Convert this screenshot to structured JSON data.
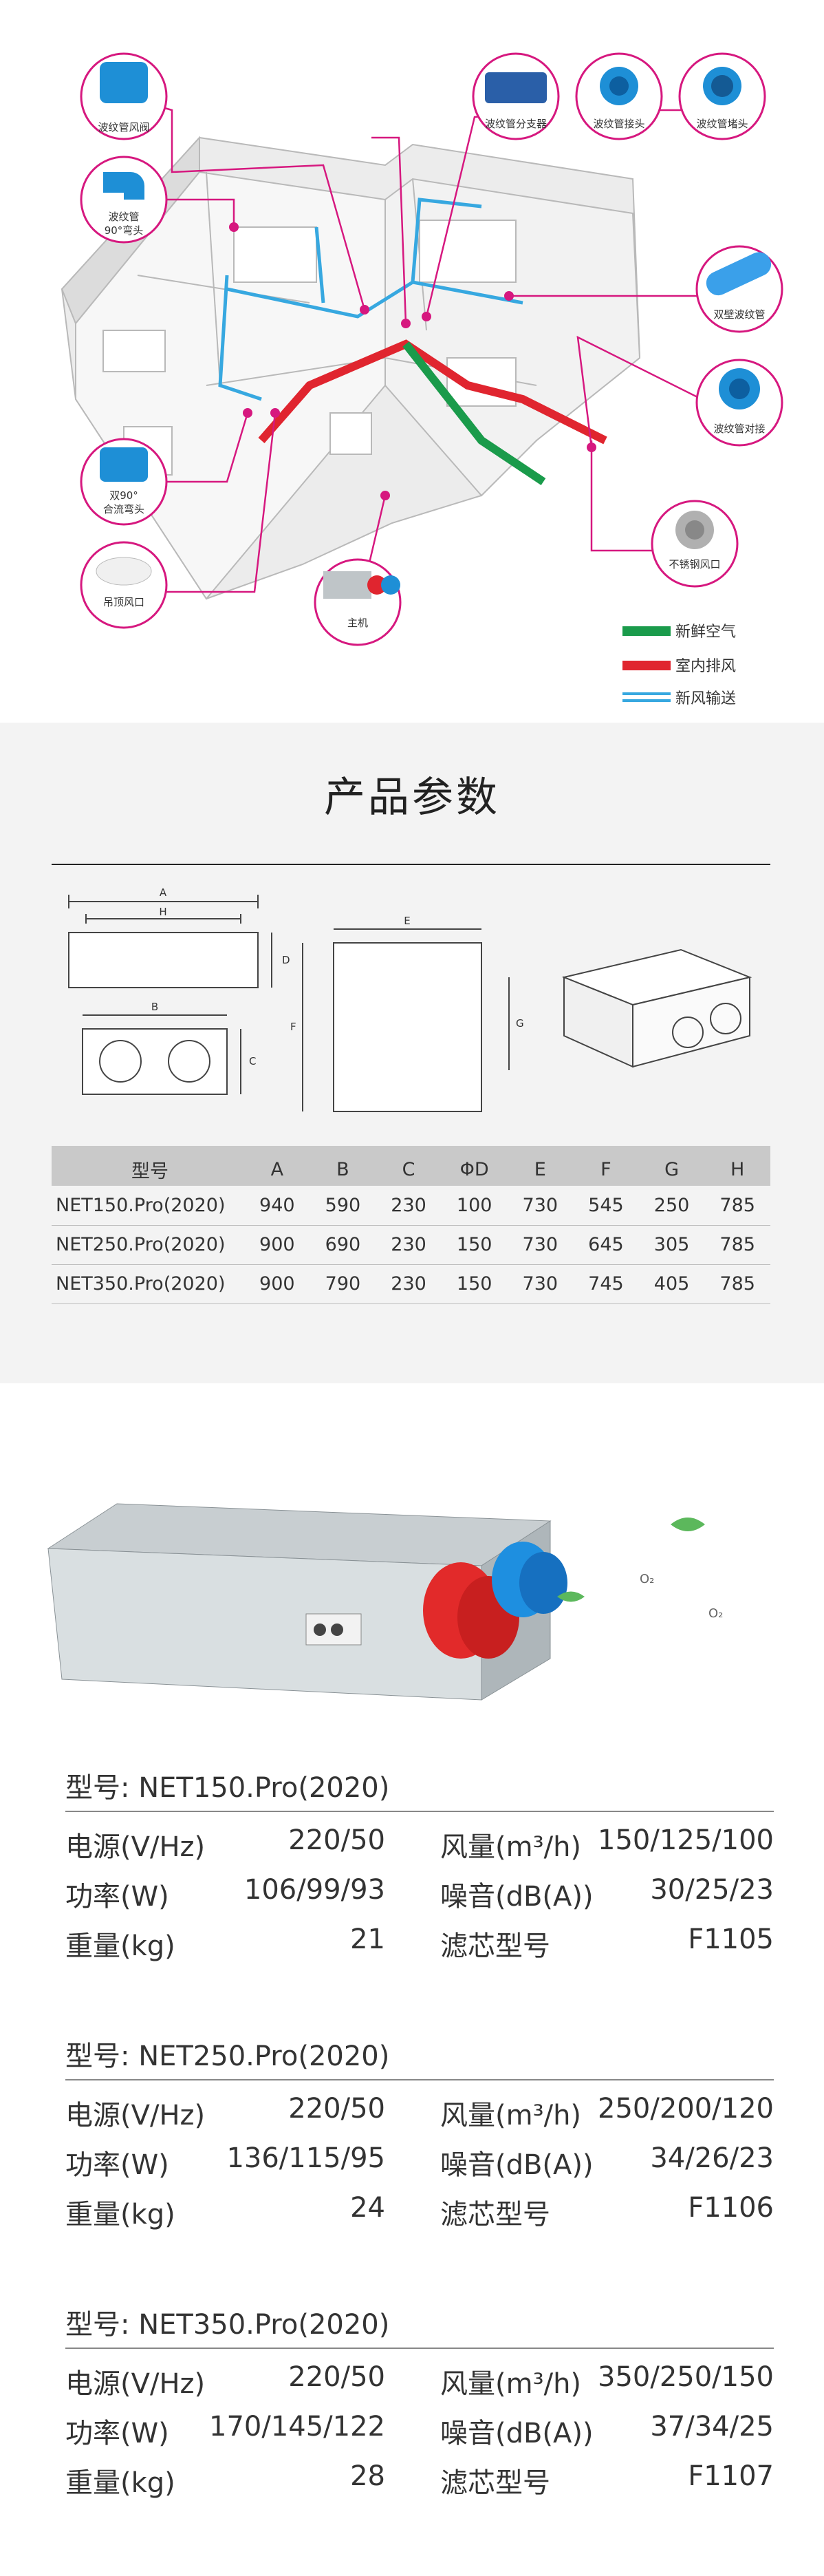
{
  "diagram": {
    "components": {
      "duct_valve": "波纹管风阀",
      "elbow_90": "波纹管\n90°弯头",
      "splitter": "波纹管分支器",
      "joint": "波纹管接头",
      "plug": "波纹管堵头",
      "double_wall_pipe": "双壁波纹管",
      "butt_joint": "波纹管对接",
      "double_90_reducer": "双90°\n合流弯头",
      "ceiling_vent": "吊顶风口",
      "main_unit": "主机",
      "steel_vent": "不锈钢风口"
    },
    "legend": [
      {
        "label": "新鲜空气",
        "color": "#1a9b4b"
      },
      {
        "label": "室内排风",
        "color": "#e0252f"
      },
      {
        "label": "新风输送",
        "color": "#37a8e0"
      }
    ],
    "accent_color": "#d6187f"
  },
  "params": {
    "title": "产品参数",
    "dim_labels": {
      "A": "A",
      "H": "H",
      "B": "B",
      "C": "C",
      "D": "D",
      "E": "E",
      "F": "F",
      "G": "G"
    },
    "table": {
      "headers": [
        "型号",
        "A",
        "B",
        "C",
        "ΦD",
        "E",
        "F",
        "G",
        "H"
      ],
      "rows": [
        [
          "NET150.Pro(2020)",
          "940",
          "590",
          "230",
          "100",
          "730",
          "545",
          "250",
          "785"
        ],
        [
          "NET250.Pro(2020)",
          "900",
          "690",
          "230",
          "150",
          "730",
          "645",
          "305",
          "785"
        ],
        [
          "NET350.Pro(2020)",
          "900",
          "790",
          "230",
          "150",
          "730",
          "745",
          "405",
          "785"
        ]
      ]
    }
  },
  "product": {
    "o2_label": "O₂",
    "models": [
      {
        "title": "型号: NET150.Pro(2020)",
        "power_supply_label": "电源(V/Hz)",
        "power_supply": "220/50",
        "airflow_label": "风量(m³/h)",
        "airflow": "150/125/100",
        "power_label": "功率(W)",
        "power": "106/99/93",
        "noise_label": "噪音(dB(A))",
        "noise": "30/25/23",
        "weight_label": "重量(kg)",
        "weight": "21",
        "filter_label": "滤芯型号",
        "filter": "F1105"
      },
      {
        "title": "型号: NET250.Pro(2020)",
        "power_supply_label": "电源(V/Hz)",
        "power_supply": "220/50",
        "airflow_label": "风量(m³/h)",
        "airflow": "250/200/120",
        "power_label": "功率(W)",
        "power": "136/115/95",
        "noise_label": "噪音(dB(A))",
        "noise": "34/26/23",
        "weight_label": "重量(kg)",
        "weight": "24",
        "filter_label": "滤芯型号",
        "filter": "F1106"
      },
      {
        "title": "型号: NET350.Pro(2020)",
        "power_supply_label": "电源(V/Hz)",
        "power_supply": "220/50",
        "airflow_label": "风量(m³/h)",
        "airflow": "350/250/150",
        "power_label": "功率(W)",
        "power": "170/145/122",
        "noise_label": "噪音(dB(A))",
        "noise": "37/34/25",
        "weight_label": "重量(kg)",
        "weight": "28",
        "filter_label": "滤芯型号",
        "filter": "F1107"
      }
    ]
  }
}
